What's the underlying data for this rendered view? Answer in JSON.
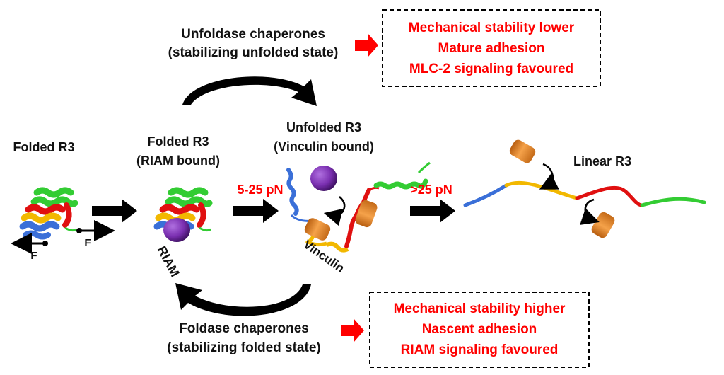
{
  "chaperones": {
    "unfoldase_line1": "Unfoldase chaperones",
    "unfoldase_line2": "(stabilizing unfolded state)",
    "foldase_line1": "Foldase chaperones",
    "foldase_line2": "(stabilizing folded state)"
  },
  "outcome_top": {
    "line1": "Mechanical stability lower",
    "line2": "Mature adhesion",
    "line3": "MLC-2 signaling favoured"
  },
  "outcome_bottom": {
    "line1": "Mechanical stability higher",
    "line2": "Nascent adhesion",
    "line3": "RIAM signaling favoured"
  },
  "states": {
    "folded": "Folded R3",
    "folded_riam_line1": "Folded R3",
    "folded_riam_line2": "(RIAM bound)",
    "unfolded_line1": "Unfolded R3",
    "unfolded_line2": "(Vinculin bound)",
    "linear": "Linear R3"
  },
  "forces": {
    "low": "5-25 pN",
    "high": ">25 pN",
    "f_label": "F"
  },
  "ligands": {
    "riam": "RIAM",
    "vinculin": "Vinculin"
  },
  "colors": {
    "text_red": "#ff0000",
    "arrow_red": "#ff0000",
    "helix_green": "#33cc33",
    "helix_red": "#e01010",
    "helix_yellow": "#f2b800",
    "helix_blue": "#3a6fd8",
    "riam_purple": "#7a2fb0",
    "vinculin_orange": "#e58a2c"
  }
}
